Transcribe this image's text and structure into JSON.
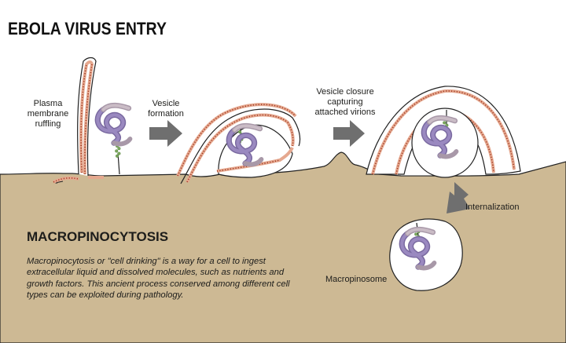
{
  "title": "EBOLA VIRUS ENTRY",
  "labels": {
    "ruffling": "Plasma membrane ruffling",
    "vesicle_formation": "Vesicle formation",
    "vesicle_closure": "Vesicle closure capturing attached virions",
    "internalization": "Internalization",
    "macropinosome": "Macropinosome"
  },
  "section": {
    "heading": "MACROPINOCYTOSIS",
    "description": "Macropinocytosis or \"cell drinking\" is a way for a cell to ingest extracellular liquid and dissolved molecules, such as nutrients and growth factors. This ancient process conserved among different cell types can be exploited during pathology."
  },
  "colors": {
    "cytoplasm": "#cdb994",
    "membrane_edge": "#222222",
    "membrane_fill": "#e5a88f",
    "membrane_dots": "#a23b25",
    "virion_purple": "#8e7bb3",
    "virion_grey": "#b7a7b3",
    "receptor_green": "#7ca95d",
    "arrow": "#6f6f6f"
  }
}
